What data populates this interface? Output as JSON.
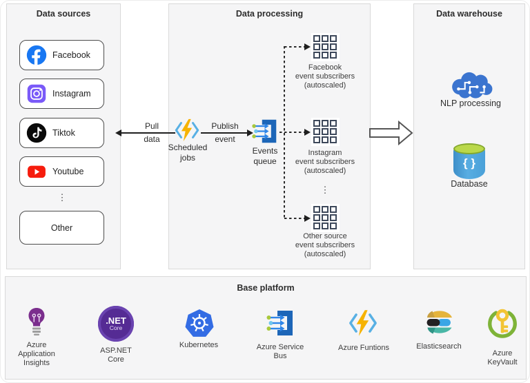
{
  "colors": {
    "panel_bg": "#f5f5f6",
    "panel_border": "#d9d9d9",
    "facebook_blue": "#1877f2",
    "instagram_violet": "#7a5af8",
    "tiktok_black": "#0a0a0a",
    "youtube_red": "#f61c0d",
    "bolt_gold": "#f6b303",
    "bracket_blue": "#58b0e4",
    "servicebus_blue": "#1d66b8",
    "arrow_blue": "#2f86e8",
    "grid_slate": "#3d485a",
    "brain_blue": "#3b74cf",
    "db_blue": "#4aa4de",
    "db_green": "#a4cb3d",
    "k8s_blue": "#336ce4",
    "dotnet_purple": "#552b94",
    "insights_purple": "#7b2e8d",
    "elastic_yellow": "#e5b43c",
    "elastic_blue": "#3aa6e6",
    "elastic_teal": "#49b7a6",
    "keyvault_green": "#7eb338",
    "key_gold": "#f2c434",
    "line_dark": "#1f1f1f"
  },
  "sources": {
    "title": "Data sources",
    "items": [
      {
        "label": "Facebook"
      },
      {
        "label": "Instagram"
      },
      {
        "label": "Tiktok"
      },
      {
        "label": "Youtube"
      },
      {
        "label": "Other"
      }
    ],
    "ellipsis": "⋮"
  },
  "processing": {
    "title": "Data processing",
    "pull": {
      "line1": "Pull",
      "line2": "data"
    },
    "publish": {
      "line1": "Publish",
      "line2": "event"
    },
    "scheduled_jobs": {
      "line1": "Scheduled",
      "line2": "jobs"
    },
    "events_queue": {
      "line1": "Events",
      "line2": "queue"
    },
    "subscribers": [
      {
        "line1": "Facebook",
        "line2": "event subscribers",
        "line3": "(autoscaled)"
      },
      {
        "line1": "Instagram",
        "line2": "event subscribers",
        "line3": "(autoscaled)"
      },
      {
        "line1": "Other source",
        "line2": "event subscribers",
        "line3": "(autoscaled)"
      }
    ],
    "ellipsis": "⋮"
  },
  "warehouse": {
    "title": "Data warehouse",
    "nlp_label": "NLP processing",
    "database_label": "Database",
    "database_glyph": "{ }"
  },
  "base": {
    "title": "Base platform",
    "items": [
      {
        "line1": "Azure",
        "line2": "Application",
        "line3": "Insights"
      },
      {
        "line1": "ASP.NET",
        "line2": "Core"
      },
      {
        "line1": "Kubernetes"
      },
      {
        "line1": "Azure Service",
        "line2": "Bus"
      },
      {
        "line1": "Azure Funtions"
      },
      {
        "line1": "Elasticsearch"
      },
      {
        "line1": "Azure",
        "line2": "KeyVault"
      }
    ],
    "dotnet_badge": {
      "top": ".NET",
      "bottom": "Core"
    }
  }
}
